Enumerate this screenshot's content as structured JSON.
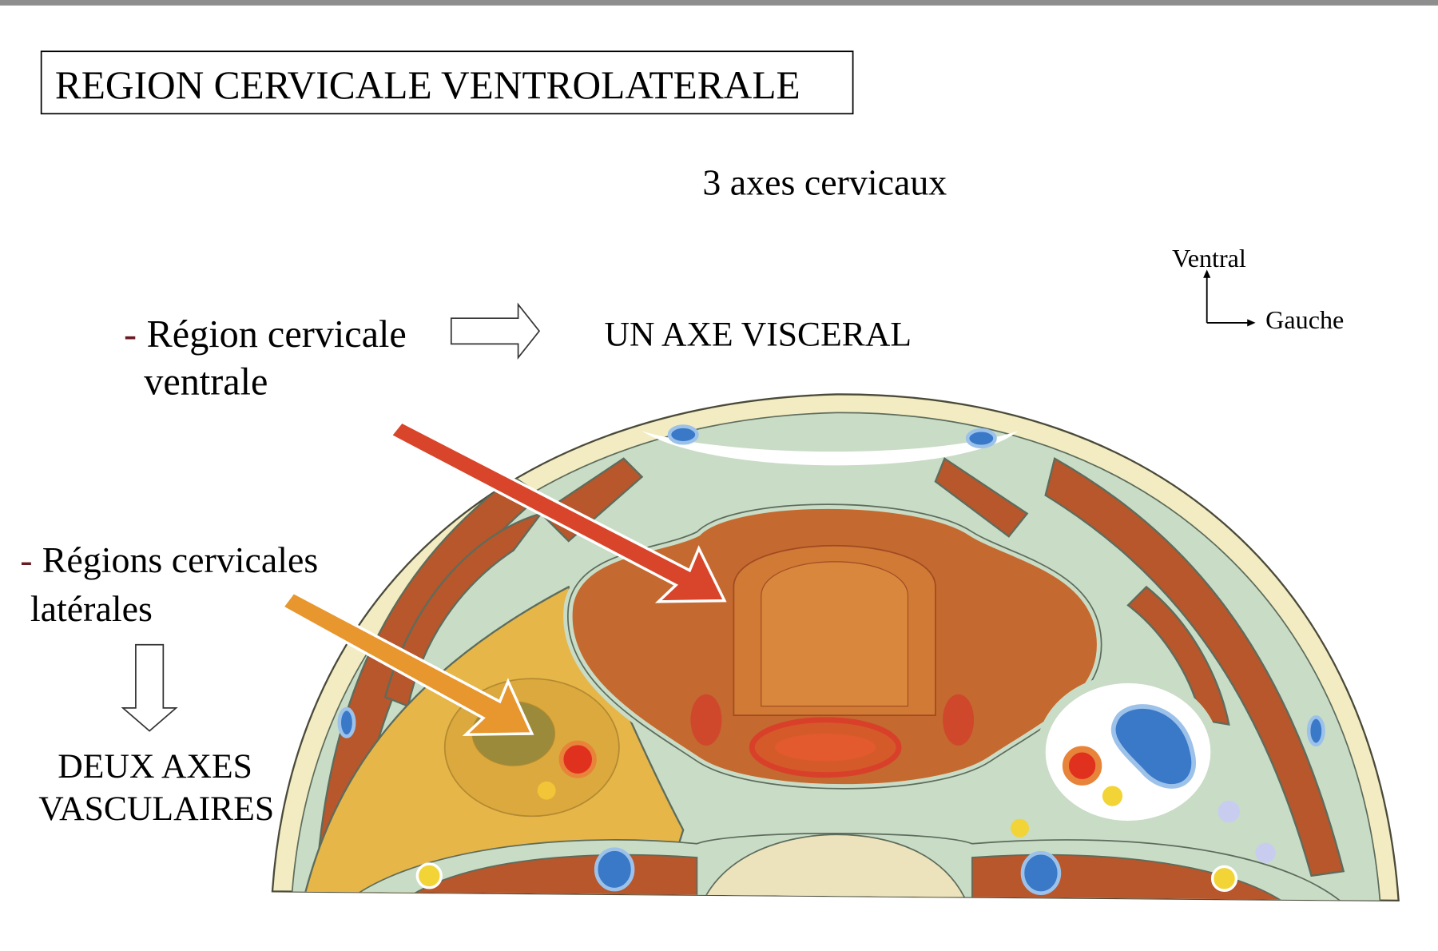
{
  "slide": {
    "title": "REGION CERVICALE VENTROLATERALE",
    "subtitle": "3 axes cervicaux",
    "ventral": {
      "dash": "-",
      "line1": "Région cervicale",
      "line2": "ventrale",
      "result": "UN AXE VISCERAL"
    },
    "lateral": {
      "dash": "-",
      "line1": "Régions cervicales",
      "line2": "latérales",
      "result_line1": "DEUX AXES",
      "result_line2": "VASCULAIRES"
    },
    "orientation": {
      "up_label": "Ventral",
      "right_label": "Gauche"
    }
  },
  "colors": {
    "visceral_arrow": "#d8452a",
    "vascular_arrow": "#e8962e",
    "muscle": "#b8562c",
    "fascia": "#c9dcc6",
    "skin": "#f3ecc2",
    "viscera": "#c4692f",
    "vascular_sheath": "#e6b648",
    "vein": "#3a78c8",
    "artery": "#e0301e",
    "nerve": "#f2d437"
  }
}
